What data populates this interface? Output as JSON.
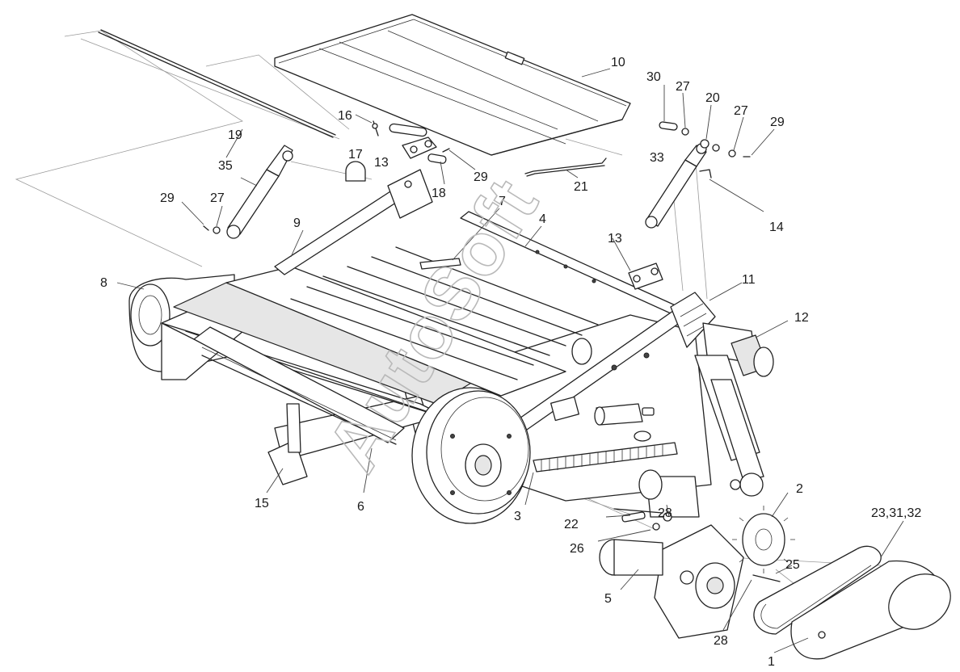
{
  "watermark": "AutoSoft",
  "callouts": [
    {
      "id": "c1",
      "text": "1"
    },
    {
      "id": "c2",
      "text": "2"
    },
    {
      "id": "c3",
      "text": "3"
    },
    {
      "id": "c4",
      "text": "4"
    },
    {
      "id": "c5",
      "text": "5"
    },
    {
      "id": "c6",
      "text": "6"
    },
    {
      "id": "c7",
      "text": "7"
    },
    {
      "id": "c8",
      "text": "8"
    },
    {
      "id": "c9",
      "text": "9"
    },
    {
      "id": "c10",
      "text": "10"
    },
    {
      "id": "c11",
      "text": "11"
    },
    {
      "id": "c12",
      "text": "12"
    },
    {
      "id": "c13a",
      "text": "13"
    },
    {
      "id": "c13b",
      "text": "13"
    },
    {
      "id": "c14",
      "text": "14"
    },
    {
      "id": "c15",
      "text": "15"
    },
    {
      "id": "c16",
      "text": "16"
    },
    {
      "id": "c17",
      "text": "17"
    },
    {
      "id": "c18",
      "text": "18"
    },
    {
      "id": "c19",
      "text": "19"
    },
    {
      "id": "c20",
      "text": "20"
    },
    {
      "id": "c21",
      "text": "21"
    },
    {
      "id": "c22",
      "text": "22"
    },
    {
      "id": "c23",
      "text": "23,31,32"
    },
    {
      "id": "c25",
      "text": "25"
    },
    {
      "id": "c26",
      "text": "26"
    },
    {
      "id": "c27a",
      "text": "27"
    },
    {
      "id": "c27b",
      "text": "27"
    },
    {
      "id": "c27c",
      "text": "27"
    },
    {
      "id": "c28a",
      "text": "28"
    },
    {
      "id": "c28b",
      "text": "28"
    },
    {
      "id": "c29a",
      "text": "29"
    },
    {
      "id": "c29b",
      "text": "29"
    },
    {
      "id": "c29c",
      "text": "29"
    },
    {
      "id": "c30",
      "text": "30"
    },
    {
      "id": "c33",
      "text": "33"
    },
    {
      "id": "c35",
      "text": "35"
    }
  ]
}
